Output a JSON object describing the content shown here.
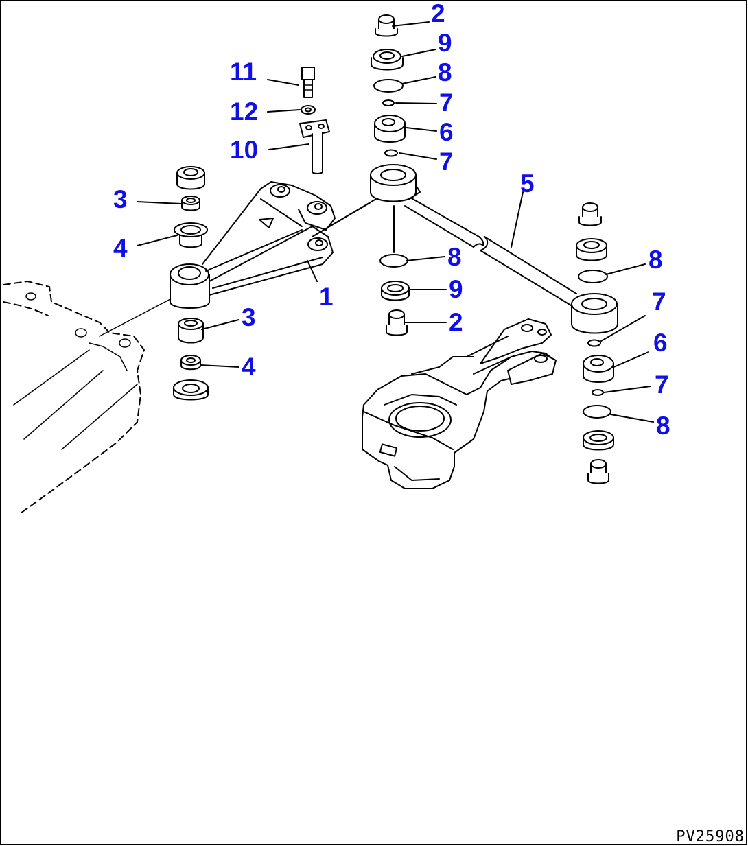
{
  "figure": {
    "id_label": "PV25908",
    "label_color": "#1010e6"
  },
  "callouts": {
    "c1": "1",
    "c2_top": "2",
    "c2_mid": "2",
    "c3_upper": "3",
    "c3_lower": "3",
    "c4_upper": "4",
    "c4_lower": "4",
    "c5": "5",
    "c6_top": "6",
    "c6_right": "6",
    "c7_a": "7",
    "c7_b": "7",
    "c7_c": "7",
    "c7_d": "7",
    "c8_top": "8",
    "c8_mid": "8",
    "c8_right_upper": "8",
    "c8_right_lower": "8",
    "c9_top": "9",
    "c9_mid": "9",
    "c10": "10",
    "c11": "11",
    "c12": "12"
  }
}
